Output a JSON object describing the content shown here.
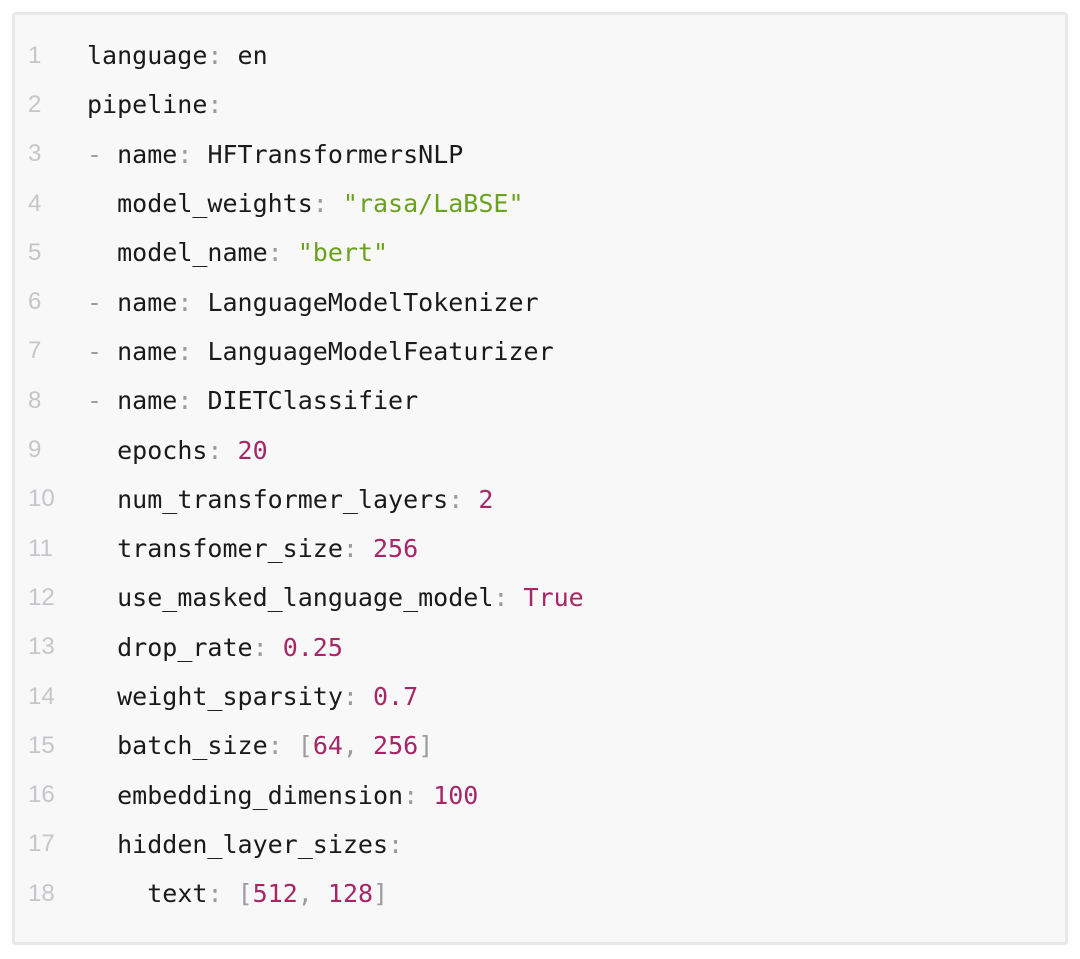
{
  "page": {
    "background": "#ffffff"
  },
  "code_block": {
    "type": "yaml-config-snippet",
    "background": "#f8f8f8",
    "border_color": "#e9e9eb",
    "colors": {
      "key": "#1a1a1a",
      "punctuation": "#9c9ca0",
      "string": "#6aa21e",
      "number": "#a62667",
      "line_number": "#c6c6ca"
    },
    "lines": [
      {
        "n": "1",
        "tokens": [
          [
            "key",
            "language"
          ],
          [
            "punct",
            ":"
          ],
          [
            "plain",
            " en"
          ]
        ]
      },
      {
        "n": "2",
        "tokens": [
          [
            "key",
            "pipeline"
          ],
          [
            "punct",
            ":"
          ]
        ]
      },
      {
        "n": "3",
        "tokens": [
          [
            "punct",
            "- "
          ],
          [
            "key",
            "name"
          ],
          [
            "punct",
            ":"
          ],
          [
            "plain",
            " HFTransformersNLP"
          ]
        ]
      },
      {
        "n": "4",
        "tokens": [
          [
            "plain",
            "  "
          ],
          [
            "key",
            "model_weights"
          ],
          [
            "punct",
            ":"
          ],
          [
            "str",
            " \"rasa/LaBSE\""
          ]
        ]
      },
      {
        "n": "5",
        "tokens": [
          [
            "plain",
            "  "
          ],
          [
            "key",
            "model_name"
          ],
          [
            "punct",
            ":"
          ],
          [
            "str",
            " \"bert\""
          ]
        ]
      },
      {
        "n": "6",
        "tokens": [
          [
            "punct",
            "- "
          ],
          [
            "key",
            "name"
          ],
          [
            "punct",
            ":"
          ],
          [
            "plain",
            " LanguageModelTokenizer"
          ]
        ]
      },
      {
        "n": "7",
        "tokens": [
          [
            "punct",
            "- "
          ],
          [
            "key",
            "name"
          ],
          [
            "punct",
            ":"
          ],
          [
            "plain",
            " LanguageModelFeaturizer"
          ]
        ]
      },
      {
        "n": "8",
        "tokens": [
          [
            "punct",
            "- "
          ],
          [
            "key",
            "name"
          ],
          [
            "punct",
            ":"
          ],
          [
            "plain",
            " DIETClassifier"
          ]
        ]
      },
      {
        "n": "9",
        "tokens": [
          [
            "plain",
            "  "
          ],
          [
            "key",
            "epochs"
          ],
          [
            "punct",
            ":"
          ],
          [
            "num",
            " 20"
          ]
        ]
      },
      {
        "n": "10",
        "tokens": [
          [
            "plain",
            "  "
          ],
          [
            "key",
            "num_transformer_layers"
          ],
          [
            "punct",
            ":"
          ],
          [
            "num",
            " 2"
          ]
        ]
      },
      {
        "n": "11",
        "tokens": [
          [
            "plain",
            "  "
          ],
          [
            "key",
            "transfomer_size"
          ],
          [
            "punct",
            ":"
          ],
          [
            "num",
            " 256"
          ]
        ]
      },
      {
        "n": "12",
        "tokens": [
          [
            "plain",
            "  "
          ],
          [
            "key",
            "use_masked_language_model"
          ],
          [
            "punct",
            ":"
          ],
          [
            "bool",
            " True"
          ]
        ]
      },
      {
        "n": "13",
        "tokens": [
          [
            "plain",
            "  "
          ],
          [
            "key",
            "drop_rate"
          ],
          [
            "punct",
            ":"
          ],
          [
            "num",
            " 0.25"
          ]
        ]
      },
      {
        "n": "14",
        "tokens": [
          [
            "plain",
            "  "
          ],
          [
            "key",
            "weight_sparsity"
          ],
          [
            "punct",
            ":"
          ],
          [
            "num",
            " 0.7"
          ]
        ]
      },
      {
        "n": "15",
        "tokens": [
          [
            "plain",
            "  "
          ],
          [
            "key",
            "batch_size"
          ],
          [
            "punct",
            ":"
          ],
          [
            "plain",
            " "
          ],
          [
            "punct",
            "["
          ],
          [
            "num",
            "64"
          ],
          [
            "punct",
            ", "
          ],
          [
            "num",
            "256"
          ],
          [
            "punct",
            "]"
          ]
        ]
      },
      {
        "n": "16",
        "tokens": [
          [
            "plain",
            "  "
          ],
          [
            "key",
            "embedding_dimension"
          ],
          [
            "punct",
            ":"
          ],
          [
            "num",
            " 100"
          ]
        ]
      },
      {
        "n": "17",
        "tokens": [
          [
            "plain",
            "  "
          ],
          [
            "key",
            "hidden_layer_sizes"
          ],
          [
            "punct",
            ":"
          ]
        ]
      },
      {
        "n": "18",
        "tokens": [
          [
            "plain",
            "    "
          ],
          [
            "key",
            "text"
          ],
          [
            "punct",
            ":"
          ],
          [
            "plain",
            " "
          ],
          [
            "punct",
            "["
          ],
          [
            "num",
            "512"
          ],
          [
            "punct",
            ", "
          ],
          [
            "num",
            "128"
          ],
          [
            "punct",
            "]"
          ]
        ]
      }
    ]
  }
}
